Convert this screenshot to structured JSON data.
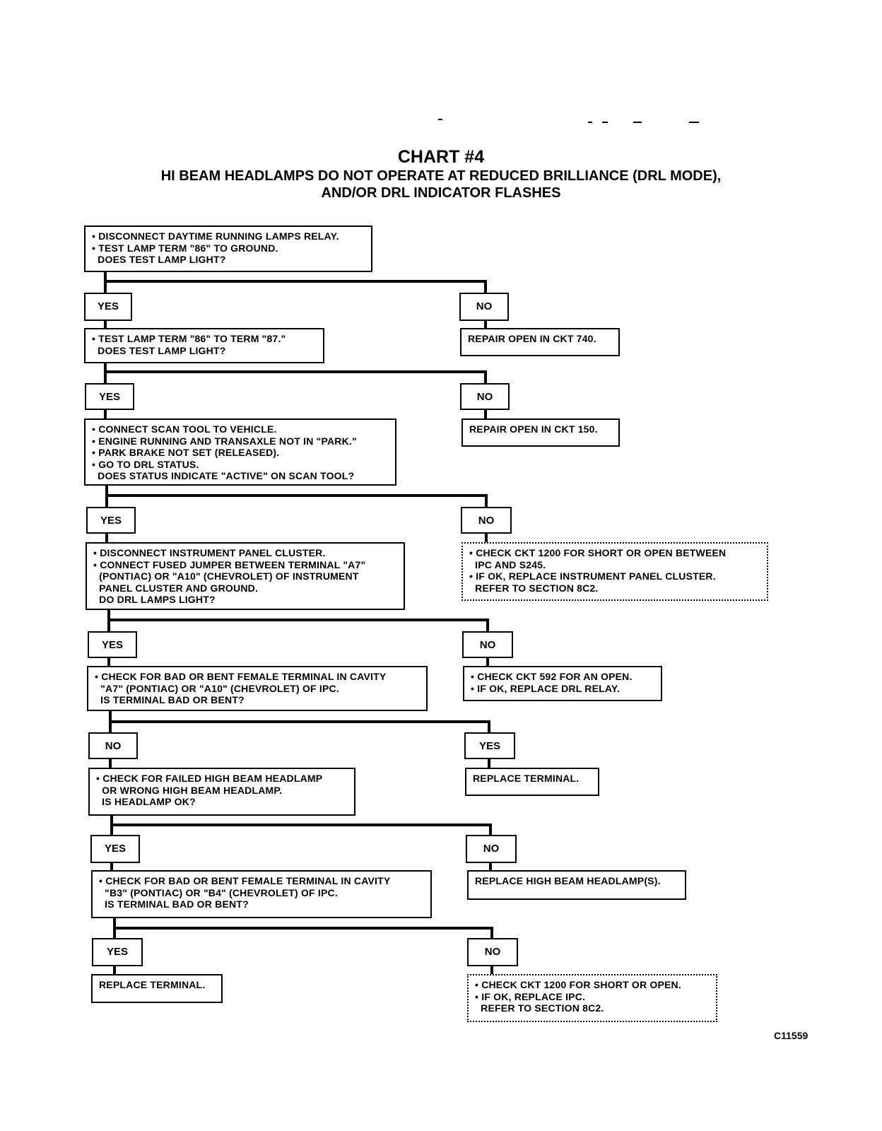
{
  "title": "CHART #4",
  "subtitle_line1": "HI BEAM HEADLAMPS DO NOT OPERATE AT REDUCED BRILLIANCE (DRL MODE),",
  "subtitle_line2": "AND/OR DRL INDICATOR FLASHES",
  "figure_code": "C11559",
  "steps": [
    {
      "text": "• DISCONNECT DAYTIME RUNNING LAMPS RELAY.\n• TEST LAMP TERM \"86\" TO GROUND.\n  DOES TEST LAMP LIGHT?",
      "left_label": "YES",
      "right_label": "NO",
      "right_result": "REPAIR OPEN IN CKT 740."
    },
    {
      "text": "• TEST LAMP TERM \"86\" TO TERM \"87.\"\n  DOES TEST LAMP LIGHT?",
      "left_label": "YES",
      "right_label": "NO",
      "right_result": "REPAIR OPEN IN CKT 150."
    },
    {
      "text": "• CONNECT SCAN TOOL TO VEHICLE.\n• ENGINE RUNNING AND TRANSAXLE NOT IN \"PARK.\"\n• PARK BRAKE NOT SET (RELEASED).\n• GO TO DRL STATUS.\n  DOES STATUS INDICATE \"ACTIVE\" ON SCAN TOOL?",
      "left_label": "YES",
      "right_label": "NO",
      "right_result": "• CHECK CKT 1200 FOR SHORT OR OPEN BETWEEN\n  IPC AND S245.\n• IF OK, REPLACE INSTRUMENT PANEL CLUSTER.\n  REFER TO SECTION 8C2."
    },
    {
      "text": "• DISCONNECT INSTRUMENT PANEL CLUSTER.\n• CONNECT FUSED JUMPER BETWEEN TERMINAL \"A7\"\n  (PONTIAC) OR \"A10\" (CHEVROLET) OF INSTRUMENT\n  PANEL CLUSTER AND GROUND.\n  DO DRL LAMPS LIGHT?",
      "left_label": "YES",
      "right_label": "NO",
      "right_result": "• CHECK CKT 592 FOR AN OPEN.\n• IF OK, REPLACE DRL RELAY."
    },
    {
      "text": "• CHECK FOR BAD OR BENT FEMALE TERMINAL IN CAVITY\n  \"A7\" (PONTIAC) OR \"A10\" (CHEVROLET) OF IPC.\n  IS TERMINAL BAD OR BENT?",
      "left_label": "NO",
      "right_label": "YES",
      "right_result": "REPLACE TERMINAL."
    },
    {
      "text": "• CHECK FOR FAILED HIGH BEAM HEADLAMP\n  OR WRONG HIGH BEAM HEADLAMP.\n  IS HEADLAMP OK?",
      "left_label": "YES",
      "right_label": "NO",
      "right_result": "REPLACE HIGH BEAM HEADLAMP(S)."
    },
    {
      "text": "• CHECK FOR BAD OR BENT FEMALE TERMINAL IN CAVITY\n  \"B3\" (PONTIAC) OR \"B4\" (CHEVROLET) OF IPC.\n  IS TERMINAL BAD OR BENT?",
      "left_label": "YES",
      "right_label": "NO",
      "left_result": "REPLACE TERMINAL.",
      "right_result": "• CHECK CKT 1200 FOR SHORT OR OPEN.\n• IF OK, REPLACE IPC.\n  REFER TO SECTION 8C2."
    }
  ]
}
